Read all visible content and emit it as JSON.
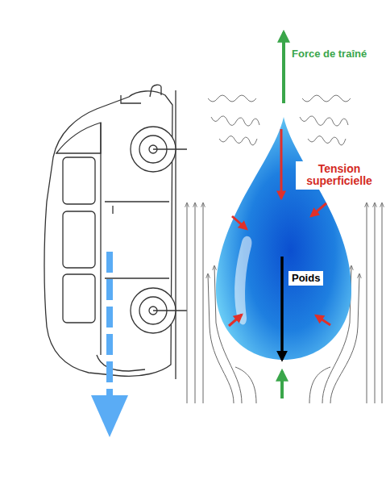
{
  "diagram": {
    "labels": [
      "Force de traîné",
      "Tension superficielle",
      "Poids"
    ]
  }
}
